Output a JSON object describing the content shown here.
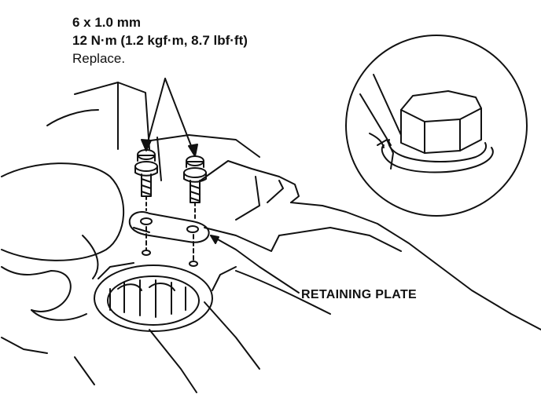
{
  "spec": {
    "size": "6 x 1.0 mm",
    "torque": "12 N·m (1.2 kgf·m, 8.7 lbf·ft)",
    "note": "Replace."
  },
  "callouts": {
    "retaining_plate": "RETAINING PLATE"
  },
  "colors": {
    "ink": "#111111",
    "paper": "#ffffff"
  }
}
